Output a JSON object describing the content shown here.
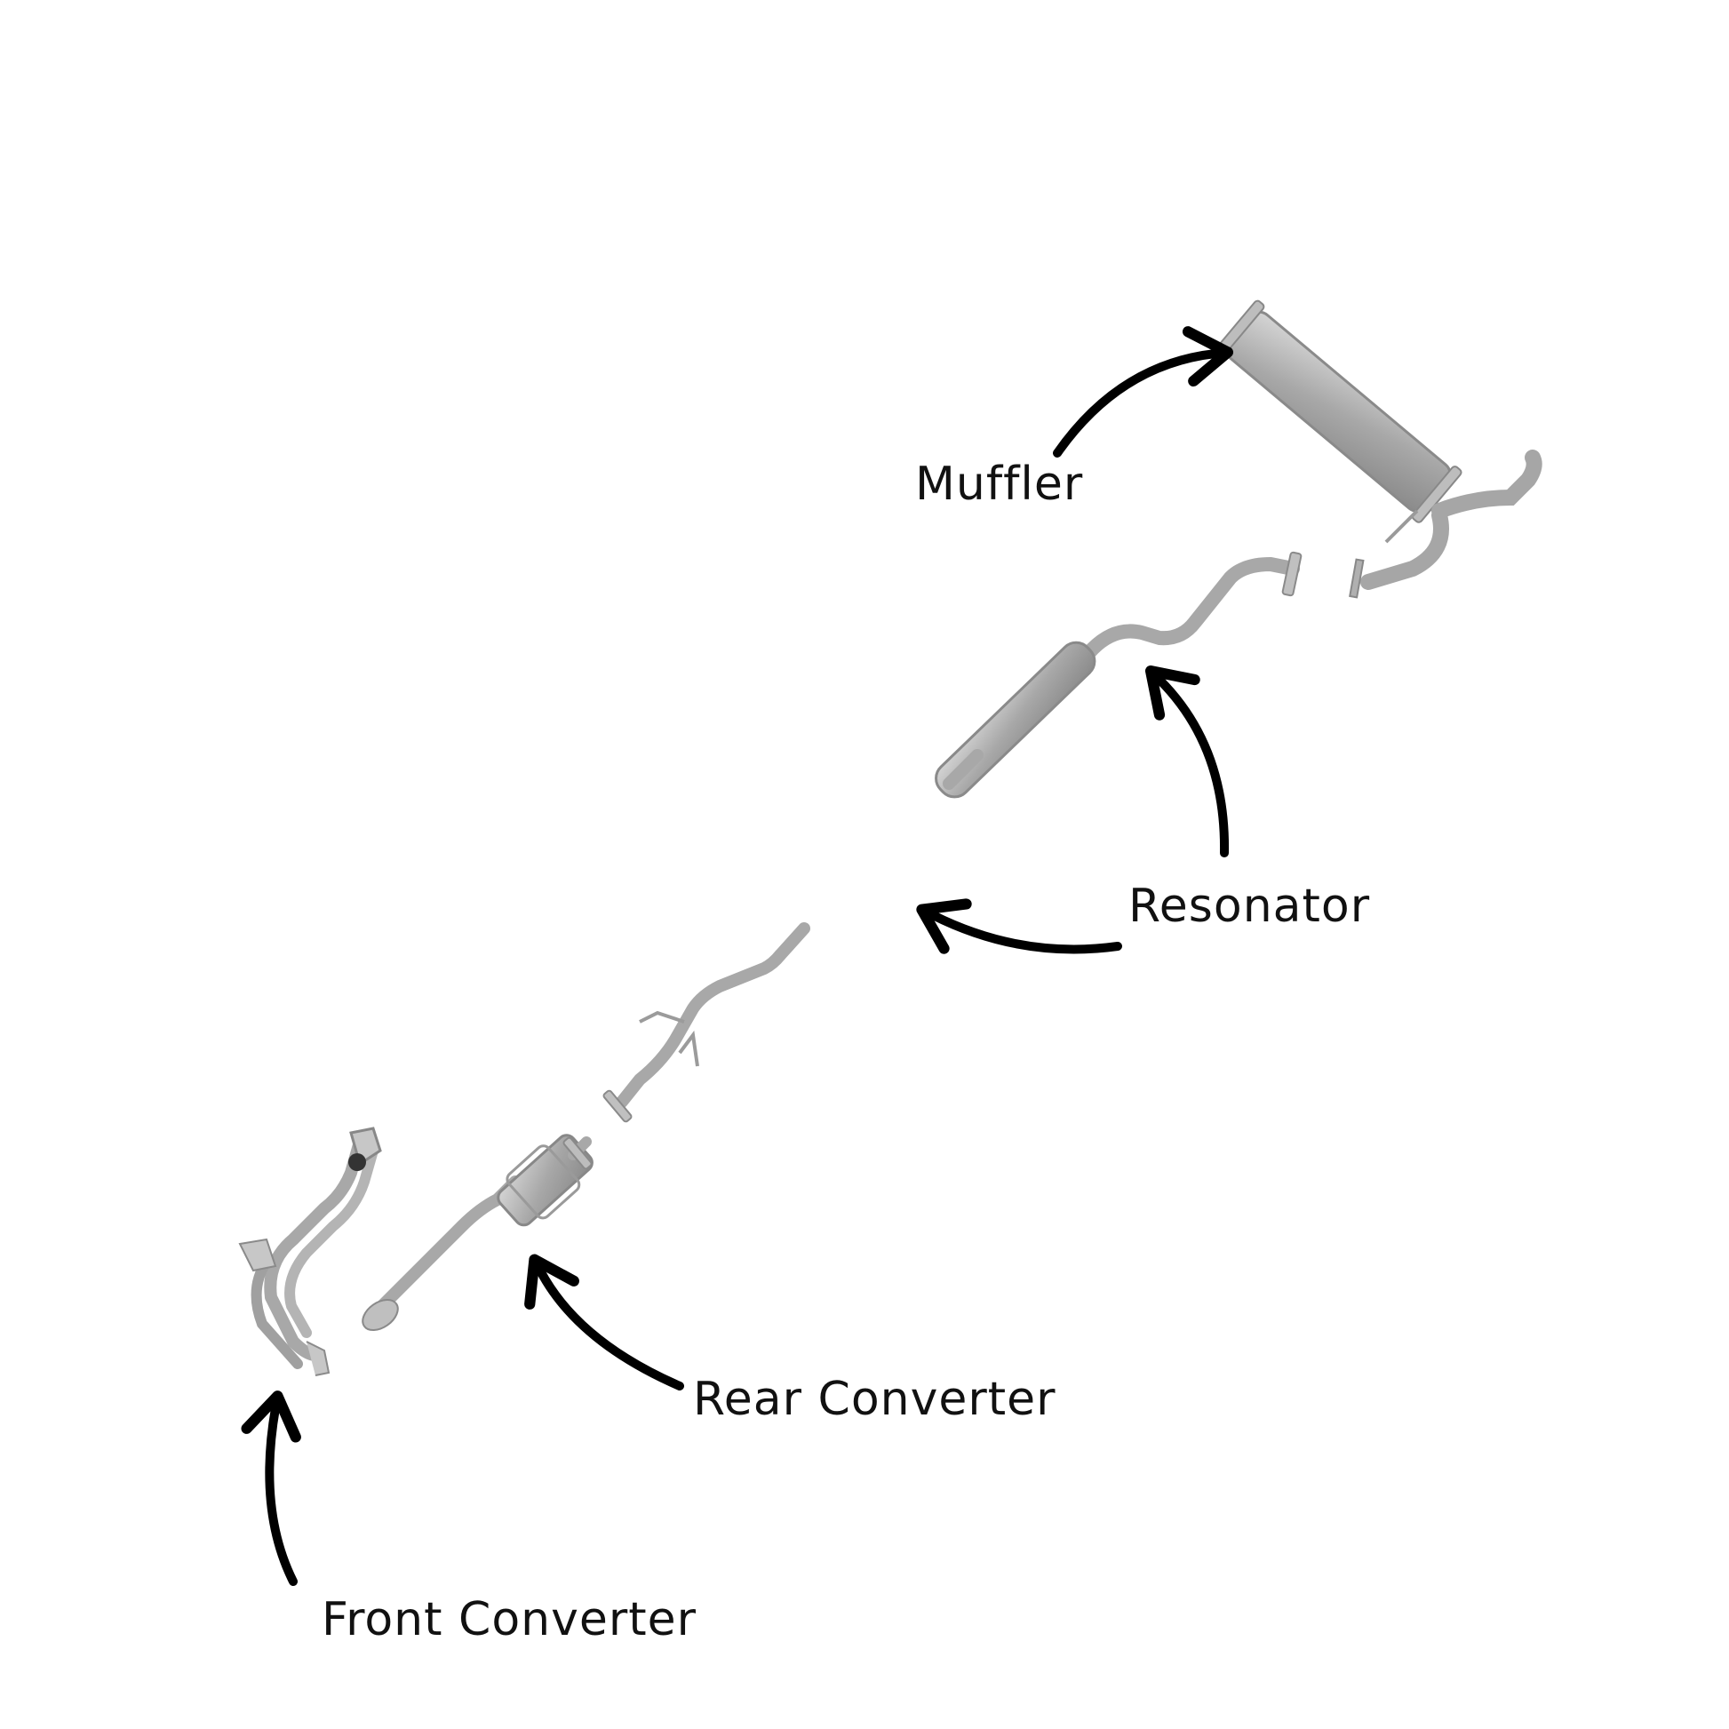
{
  "labels": {
    "muffler": "Muffler",
    "resonator": "Resonator",
    "rear_converter": "Rear Converter",
    "front_converter": "Front Converter"
  },
  "colors": {
    "background": "#ffffff",
    "metal": "#a9a9a9",
    "metal_dark": "#7d7d7d",
    "metal_light": "#cfcfcf",
    "arrow": "#000000",
    "text": "#111111"
  }
}
